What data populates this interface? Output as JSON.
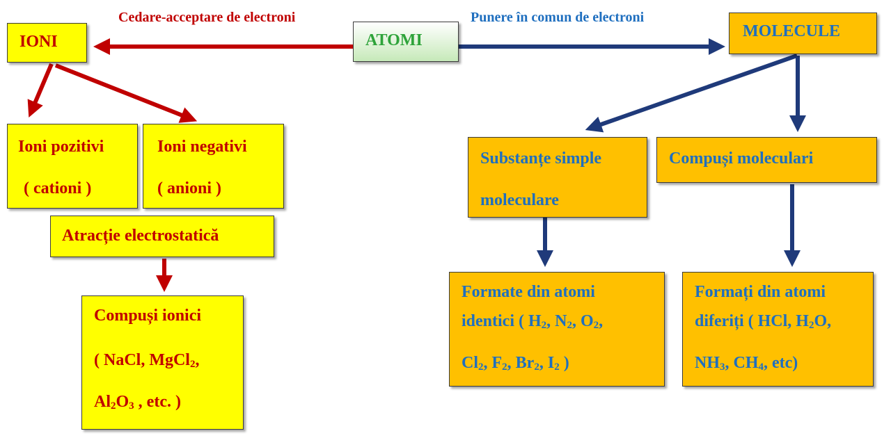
{
  "labels": {
    "ionic_bond": "Cedare-acceptare de electroni",
    "covalent_bond": "Punere în comun de electroni"
  },
  "nodes": {
    "atomi": "ATOMI",
    "ioni": "IONI",
    "molecule": "MOLECULE",
    "ioni_pozitivi": [
      "Ioni pozitivi",
      "( cationi )"
    ],
    "ioni_negativi": [
      "Ioni negativi",
      "( anioni )"
    ],
    "atractie": "Atracție electrostatică",
    "compusi_ionici": {
      "title": "Compuși ionici",
      "examples_1": [
        "( NaCl, MgCl",
        "2",
        ","
      ],
      "examples_2": [
        "Al",
        "2",
        "O",
        "3",
        " , etc. )"
      ]
    },
    "substante_simple": [
      "Substanțe simple",
      "moleculare"
    ],
    "compusi_moleculari": "Compuși moleculari",
    "formate_identici": {
      "line1": "Formate din atomi",
      "line2": [
        "identici ( H",
        "2",
        ", N",
        "2",
        ", O",
        "2",
        ","
      ],
      "line3": [
        "Cl",
        "2",
        ", F",
        "2",
        ", Br",
        "2",
        ", I",
        "2",
        " )"
      ]
    },
    "formati_diferiti": {
      "line1": "Formați din atomi",
      "line2": [
        "diferiți ( HCl, H",
        "2",
        "O,"
      ],
      "line3": [
        "NH",
        "3",
        ", CH",
        "4",
        ", etc)"
      ]
    }
  },
  "colors": {
    "ionic_arrow": "#c00000",
    "covalent_arrow": "#1f3a7a",
    "ionic_box": "#ffff00",
    "molecular_box": "#ffc000"
  }
}
